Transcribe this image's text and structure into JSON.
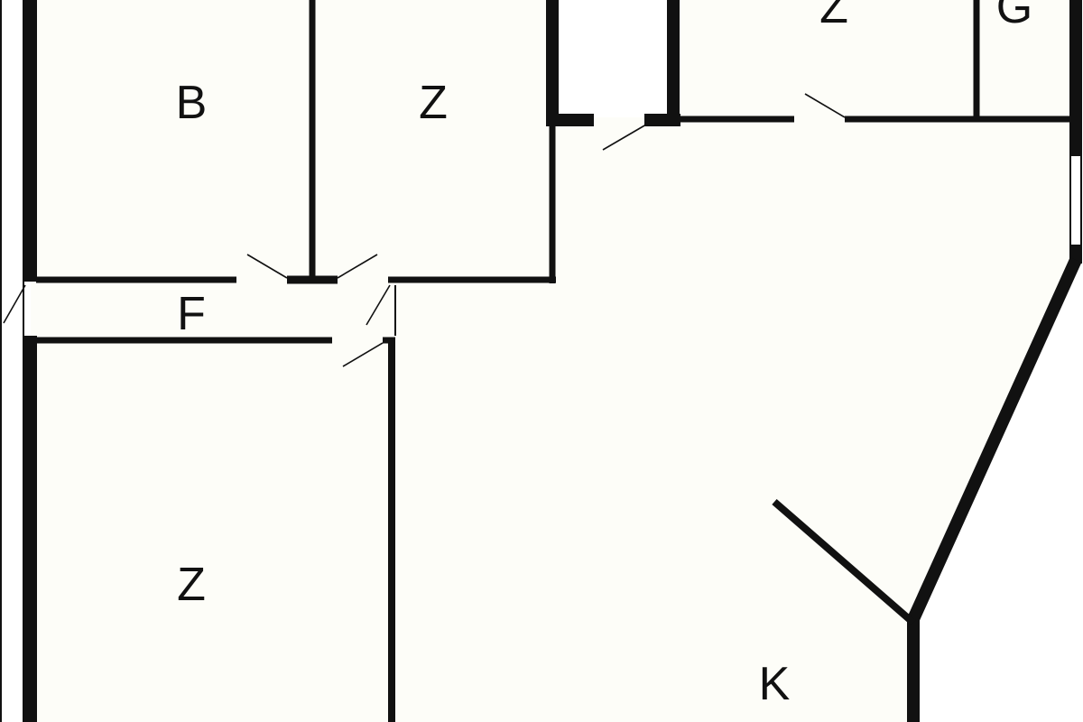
{
  "plan": {
    "colors": {
      "floor": "#fdfdf8",
      "wall": "#111111",
      "background": "#ffffff"
    },
    "rooms": [
      {
        "id": "bathroom",
        "label": "B"
      },
      {
        "id": "room-top-middle",
        "label": "Z"
      },
      {
        "id": "room-top-right",
        "label": "Z"
      },
      {
        "id": "garage-top-right",
        "label": "G"
      },
      {
        "id": "hallway",
        "label": "F"
      },
      {
        "id": "room-bottom-left",
        "label": "Z"
      },
      {
        "id": "kitchen",
        "label": "K"
      }
    ]
  }
}
